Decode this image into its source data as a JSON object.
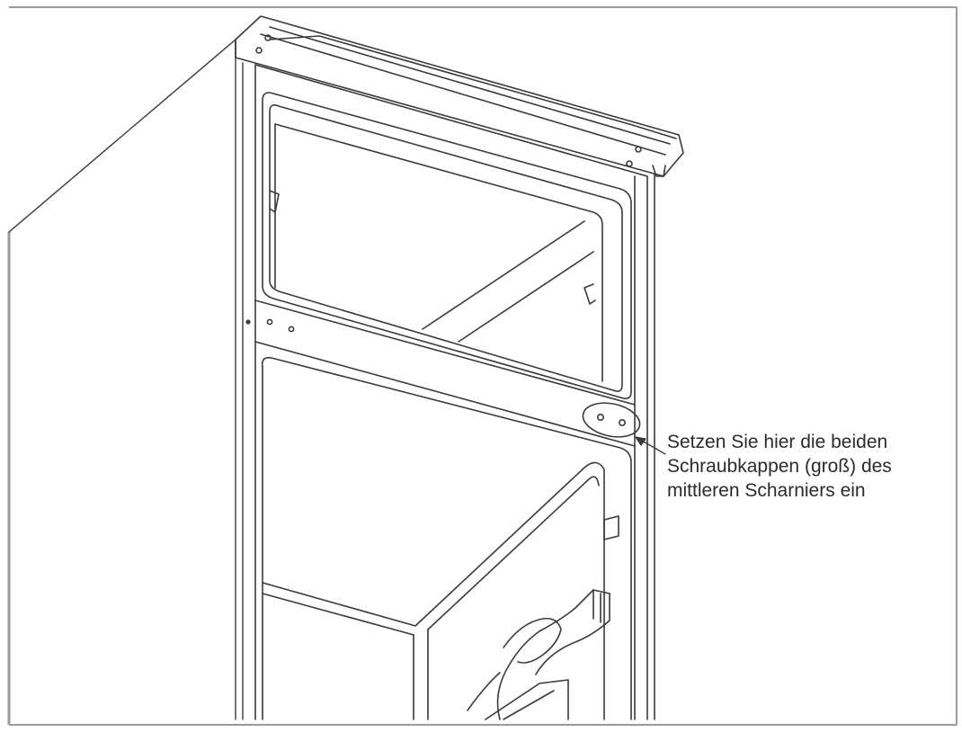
{
  "callout": {
    "lines": [
      "Setzen Sie hier die beiden",
      "Schraubkappen (groß) des",
      "mittleren Scharniers ein"
    ]
  },
  "colors": {
    "line": "#3a3a3a",
    "frame": "#9a9a9a",
    "background": "#ffffff"
  },
  "icons": [
    "screw-cap-marker-ellipse",
    "leader-arrow"
  ]
}
